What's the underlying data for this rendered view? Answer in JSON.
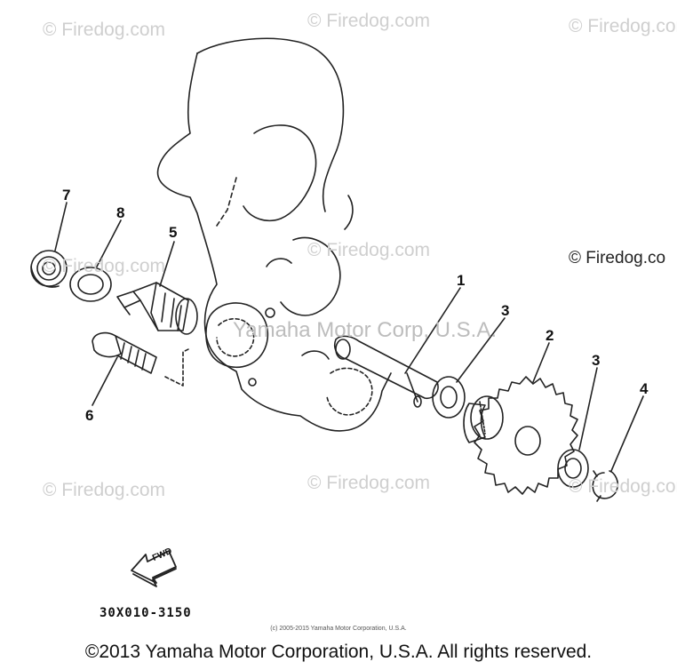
{
  "watermarks": {
    "firedog": "© Firedog.com",
    "firedog_dark": "© Firedog.co",
    "center": "Yamaha Motor Corp, U.S.A."
  },
  "parts": {
    "p1": "1",
    "p2": "2",
    "p3a": "3",
    "p3b": "3",
    "p4": "4",
    "p5": "5",
    "p6": "6",
    "p7": "7",
    "p8": "8"
  },
  "arrow_label": "FWD",
  "diagram_code": "30X010-3150",
  "small_copyright": "(c) 2005-2015 Yamaha Motor Corporation, U.S.A.",
  "footer": "©2013 Yamaha Motor Corporation, U.S.A. All rights reserved."
}
